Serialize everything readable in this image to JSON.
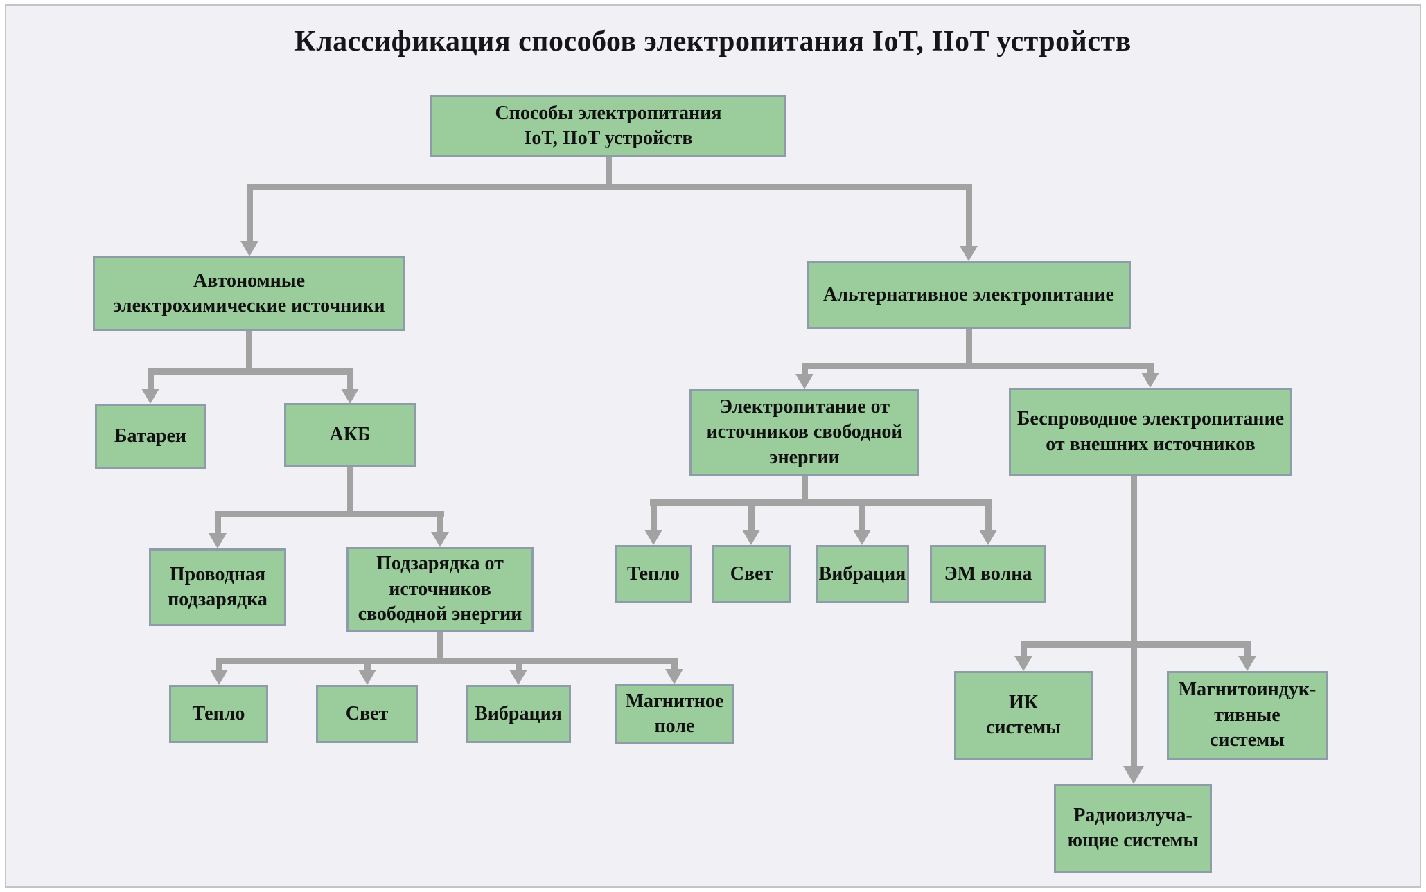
{
  "title": "Классификация способов электропитания IoT, IIoT устройств",
  "diagram_type": "flowchart",
  "colors": {
    "node_fill": "#9acc9c",
    "node_border": "#8e9caa",
    "connector": "#a2a2a2",
    "background": "#f1f1f5",
    "text": "#111111"
  },
  "nodes": {
    "root": {
      "label": "Способы электропитания\nIoT, IIoT устройств"
    },
    "autonomous": {
      "label": "Автономные\nэлектрохимические источники"
    },
    "alternative": {
      "label": "Альтернативное электропитание"
    },
    "batteries": {
      "label": "Батареи"
    },
    "akb": {
      "label": "АКБ"
    },
    "wired_recharge": {
      "label": "Проводная\nподзарядка"
    },
    "free_energy_recharge": {
      "label": "Подзарядка от\nисточников\nсвободной энергии"
    },
    "heat_left": {
      "label": "Тепло"
    },
    "light_left": {
      "label": "Свет"
    },
    "vibration_left": {
      "label": "Вибрация"
    },
    "magnetic_field": {
      "label": "Магнитное\nполе"
    },
    "free_energy_power": {
      "label": "Электропитание от\nисточников свободной\nэнергии"
    },
    "wireless_power": {
      "label": "Беспроводное электропитание\nот внешних источников"
    },
    "heat_right": {
      "label": "Тепло"
    },
    "light_right": {
      "label": "Свет"
    },
    "vibration_right": {
      "label": "Вибрация"
    },
    "em_wave": {
      "label": "ЭМ волна"
    },
    "ir_systems": {
      "label": "ИК\nсистемы"
    },
    "magnetic_inductive": {
      "label": "Магнитоиндук-\nтивные\nсистемы"
    },
    "radio_emitting": {
      "label": "Радиоизлуча-\nющие системы"
    }
  },
  "edges": [
    [
      "root",
      "autonomous"
    ],
    [
      "root",
      "alternative"
    ],
    [
      "autonomous",
      "batteries"
    ],
    [
      "autonomous",
      "akb"
    ],
    [
      "akb",
      "wired_recharge"
    ],
    [
      "akb",
      "free_energy_recharge"
    ],
    [
      "free_energy_recharge",
      "heat_left"
    ],
    [
      "free_energy_recharge",
      "light_left"
    ],
    [
      "free_energy_recharge",
      "vibration_left"
    ],
    [
      "free_energy_recharge",
      "magnetic_field"
    ],
    [
      "alternative",
      "free_energy_power"
    ],
    [
      "alternative",
      "wireless_power"
    ],
    [
      "free_energy_power",
      "heat_right"
    ],
    [
      "free_energy_power",
      "light_right"
    ],
    [
      "free_energy_power",
      "vibration_right"
    ],
    [
      "free_energy_power",
      "em_wave"
    ],
    [
      "wireless_power",
      "ir_systems"
    ],
    [
      "wireless_power",
      "magnetic_inductive"
    ],
    [
      "wireless_power",
      "radio_emitting"
    ]
  ]
}
